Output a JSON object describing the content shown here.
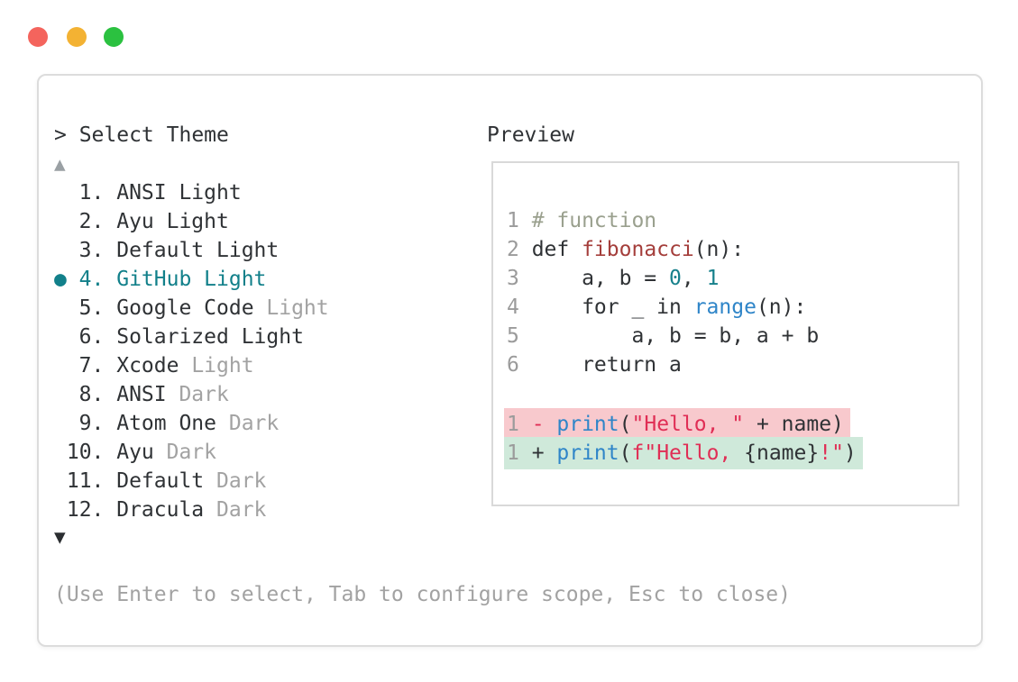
{
  "window": {
    "traffic_lights": [
      {
        "icon": "close-circle-icon",
        "color": "#f4645d"
      },
      {
        "icon": "minimize-circle-icon",
        "color": "#f3b233"
      },
      {
        "icon": "zoom-circle-icon",
        "color": "#2bc140"
      }
    ]
  },
  "colors": {
    "panel_border": "#dcdcdc",
    "preview_border": "#d9d9d9",
    "text_dark": "#2f3235",
    "text_dim": "#a2a2a2",
    "accent_teal": "#12808a",
    "comment_green": "#9aa08e",
    "function_red": "#a43e3b",
    "number_teal": "#16808b",
    "call_blue": "#2f85c8",
    "string_crimson": "#e02e55",
    "diff_removed_bg": "#f8c9cd",
    "diff_added_bg": "#cfe9da"
  },
  "theme_picker": {
    "title": "> Select Theme",
    "scroll_up_icon": "▲",
    "scroll_down_icon": "▼",
    "selected_index": 3,
    "items": [
      {
        "number": "1.",
        "name": "ANSI Light",
        "suffix": "",
        "marker": "",
        "selected": false
      },
      {
        "number": "2.",
        "name": "Ayu Light",
        "suffix": "",
        "marker": "",
        "selected": false
      },
      {
        "number": "3.",
        "name": "Default Light",
        "suffix": "",
        "marker": "",
        "selected": false
      },
      {
        "number": "4.",
        "name": "GitHub Light",
        "suffix": "",
        "marker": "●",
        "selected": true
      },
      {
        "number": "5.",
        "name": "Google Code",
        "suffix": " Light",
        "marker": "",
        "selected": false
      },
      {
        "number": "6.",
        "name": "Solarized Light",
        "suffix": "",
        "marker": "",
        "selected": false
      },
      {
        "number": "7.",
        "name": "Xcode",
        "suffix": " Light",
        "marker": "",
        "selected": false
      },
      {
        "number": "8.",
        "name": "ANSI",
        "suffix": " Dark",
        "marker": "",
        "selected": false
      },
      {
        "number": "9.",
        "name": "Atom One",
        "suffix": " Dark",
        "marker": "",
        "selected": false
      },
      {
        "number": "10.",
        "name": "Ayu",
        "suffix": " Dark",
        "marker": "",
        "selected": false
      },
      {
        "number": "11.",
        "name": "Default",
        "suffix": " Dark",
        "marker": "",
        "selected": false
      },
      {
        "number": "12.",
        "name": "Dracula",
        "suffix": " Dark",
        "marker": "",
        "selected": false
      }
    ],
    "help": "(Use Enter to select, Tab to configure scope, Esc to close)"
  },
  "preview": {
    "title": "Preview",
    "code_lines": [
      {
        "num": "1",
        "bg": "",
        "tokens": [
          {
            "t": "# function",
            "c": "comment"
          }
        ]
      },
      {
        "num": "2",
        "bg": "",
        "tokens": [
          {
            "t": "def ",
            "c": "fg"
          },
          {
            "t": "fibonacci",
            "c": "func"
          },
          {
            "t": "(n):",
            "c": "fg"
          }
        ]
      },
      {
        "num": "3",
        "bg": "",
        "tokens": [
          {
            "t": "    a, b = ",
            "c": "fg"
          },
          {
            "t": "0",
            "c": "num"
          },
          {
            "t": ", ",
            "c": "fg"
          },
          {
            "t": "1",
            "c": "num"
          }
        ]
      },
      {
        "num": "4",
        "bg": "",
        "tokens": [
          {
            "t": "    for _ in ",
            "c": "fg"
          },
          {
            "t": "range",
            "c": "call"
          },
          {
            "t": "(n):",
            "c": "fg"
          }
        ]
      },
      {
        "num": "5",
        "bg": "",
        "tokens": [
          {
            "t": "        a, b = b, a + b",
            "c": "fg"
          }
        ]
      },
      {
        "num": "6",
        "bg": "",
        "tokens": [
          {
            "t": "    return a",
            "c": "fg"
          }
        ]
      },
      {
        "num": "",
        "bg": "",
        "tokens": []
      },
      {
        "num": "1",
        "bg": "del",
        "tokens": [
          {
            "t": "- ",
            "c": "str"
          },
          {
            "t": "print",
            "c": "call"
          },
          {
            "t": "(",
            "c": "fg"
          },
          {
            "t": "\"Hello, \"",
            "c": "str"
          },
          {
            "t": " + name)",
            "c": "fg"
          }
        ]
      },
      {
        "num": "1",
        "bg": "ins",
        "tokens": [
          {
            "t": "+ ",
            "c": "fg"
          },
          {
            "t": "print",
            "c": "call"
          },
          {
            "t": "(",
            "c": "fg"
          },
          {
            "t": "f\"Hello, ",
            "c": "str"
          },
          {
            "t": "{name}",
            "c": "fg"
          },
          {
            "t": "!\"",
            "c": "str"
          },
          {
            "t": ")",
            "c": "fg"
          }
        ]
      }
    ]
  }
}
